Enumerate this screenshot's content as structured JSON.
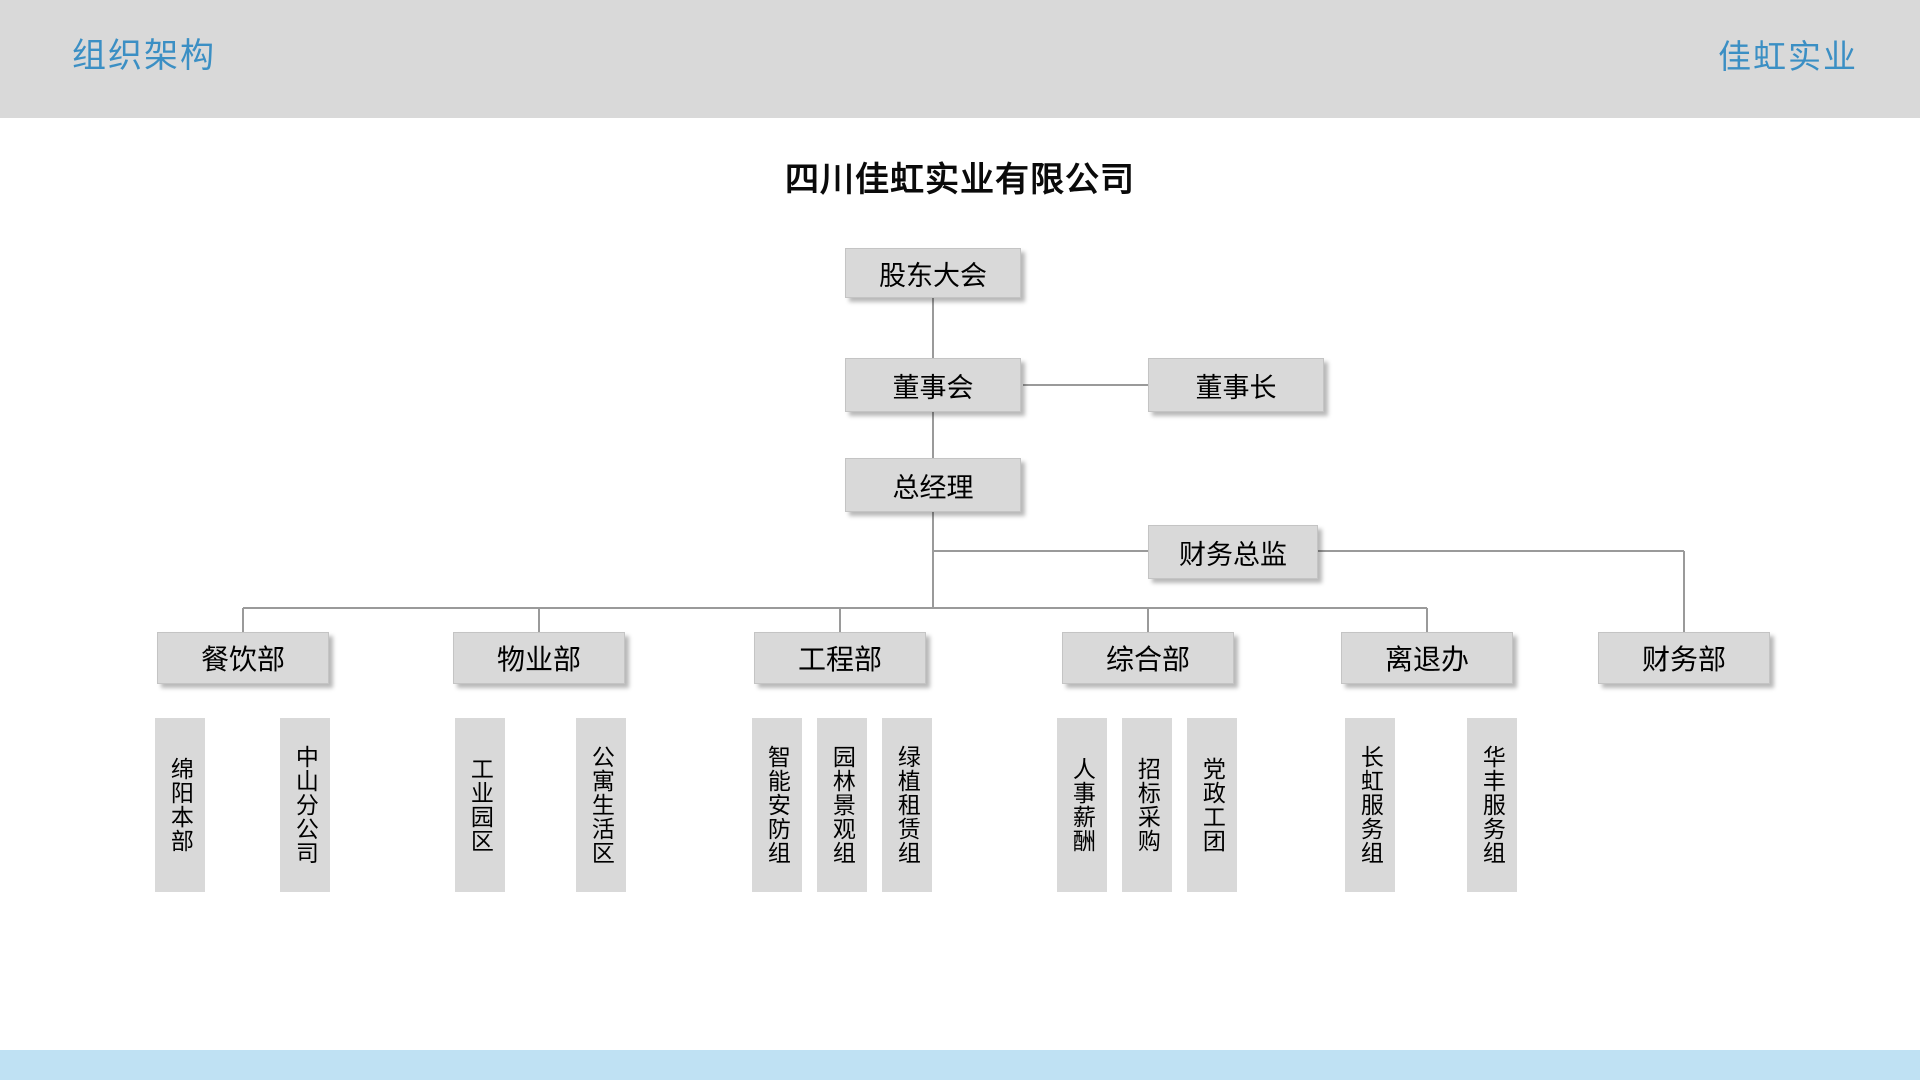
{
  "header": {
    "title": "组织架构",
    "brand": "佳虹实业"
  },
  "chart": {
    "title": "四川佳虹实业有限公司",
    "nodes": {
      "shareholders": "股东大会",
      "board": "董事会",
      "chairman": "董事长",
      "general_manager": "总经理",
      "finance_director": "财务总监"
    },
    "departments": [
      {
        "label": "餐饮部",
        "units": [
          "绵阳本部",
          "中山分公司"
        ]
      },
      {
        "label": "物业部",
        "units": [
          "工业园区",
          "公寓生活区"
        ]
      },
      {
        "label": "工程部",
        "units": [
          "智能安防组",
          "园林景观组",
          "绿植租赁组"
        ]
      },
      {
        "label": "综合部",
        "units": [
          "人事薪酬",
          "招标采购",
          "党政工团"
        ]
      },
      {
        "label": "离退办",
        "units": [
          "长虹服务组",
          "华丰服务组"
        ]
      },
      {
        "label": "财务部",
        "units": []
      }
    ]
  },
  "colors": {
    "header_bg": "#d9d9d9",
    "header_text": "#3b8fc4",
    "node_bg": "#d9d9d9",
    "connector": "#9a9a9a",
    "footer_bar": "#bfe1f3",
    "title_text": "#0a0a0a"
  }
}
